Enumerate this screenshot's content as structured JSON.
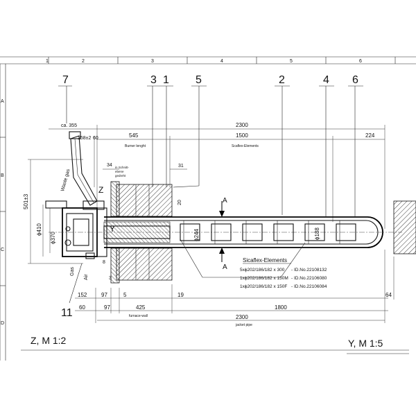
{
  "frame": {
    "column_labels": [
      "1",
      "2",
      "3",
      "4",
      "5",
      "6"
    ],
    "row_labels": [
      "A",
      "B",
      "C",
      "D"
    ]
  },
  "part_numbers": [
    "7",
    "3",
    "1",
    "5",
    "2",
    "4",
    "6",
    "11"
  ],
  "dimensions": {
    "top": [
      "ca. 355",
      "158±2",
      "60",
      "545",
      "2300",
      "1500",
      "224"
    ],
    "top_captions": {
      "burner_lenght": "Burner lenght",
      "scaflex_elements": "Scaflex-Elements"
    },
    "left": [
      "501±3",
      "ϕ410",
      "ϕ370"
    ],
    "small": [
      "34",
      "31",
      "20"
    ],
    "diameters": [
      "ϕ244",
      "ϕ188"
    ],
    "bottom_row1": [
      "152",
      "97",
      "5",
      "19",
      "64"
    ],
    "bottom_row2": [
      "60",
      "97",
      "425",
      "1800"
    ],
    "bottom_caption_row2": "furnace-wall",
    "bottom_total": "2300",
    "bottom_total_caption": "jacket pipe",
    "small_left": [
      "8",
      "3"
    ]
  },
  "labels": {
    "waste_gas": "Waste gas",
    "gas": "Gas",
    "air": "Air",
    "z_marker": "Z",
    "y_marker": "Y",
    "section_a_top": "A",
    "section_a_bottom": "A",
    "schnitt_note_1": "in Schnitt-",
    "schnitt_note_2": "ebene",
    "schnitt_note_3": "gedreht"
  },
  "sicaflex": {
    "title": "Sicaflex-Elements",
    "rows": [
      {
        "spec": "5xϕ202/186/182 x 300",
        "id": "- ID.No.22108132"
      },
      {
        "spec": "1xϕ202/186/182 x 150M",
        "id": "- ID.No.22106080"
      },
      {
        "spec": "1xϕ202/186/182 x 150F",
        "id": "- ID.No.22106084"
      }
    ]
  },
  "scale_labels": {
    "left": "Z, M 1:2",
    "right": "Y, M 1:5"
  }
}
